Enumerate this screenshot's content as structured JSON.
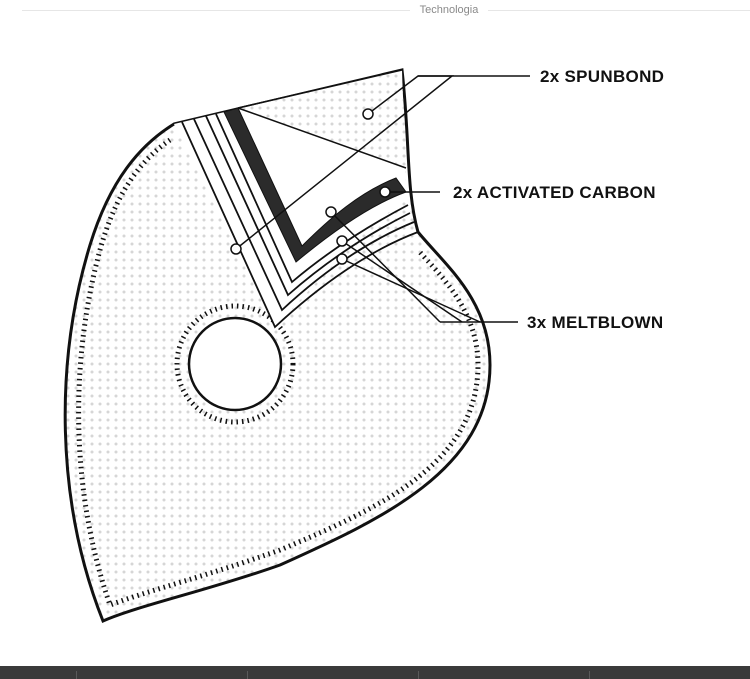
{
  "header": {
    "section_title": "Technologia"
  },
  "diagram": {
    "callouts": [
      {
        "id": "spunbond",
        "label": "2x SPUNBOND"
      },
      {
        "id": "carbon",
        "label": "2x ACTIVATED CARBON"
      },
      {
        "id": "meltblown",
        "label": "3x MELTBLOWN"
      }
    ],
    "colors": {
      "outline": "#111111",
      "carbon_layer": "#2b2b2b",
      "dot_texture": "#d6d6d6",
      "stitching": "#111111"
    }
  },
  "footer": {
    "bar_color": "#3a3a3a"
  }
}
